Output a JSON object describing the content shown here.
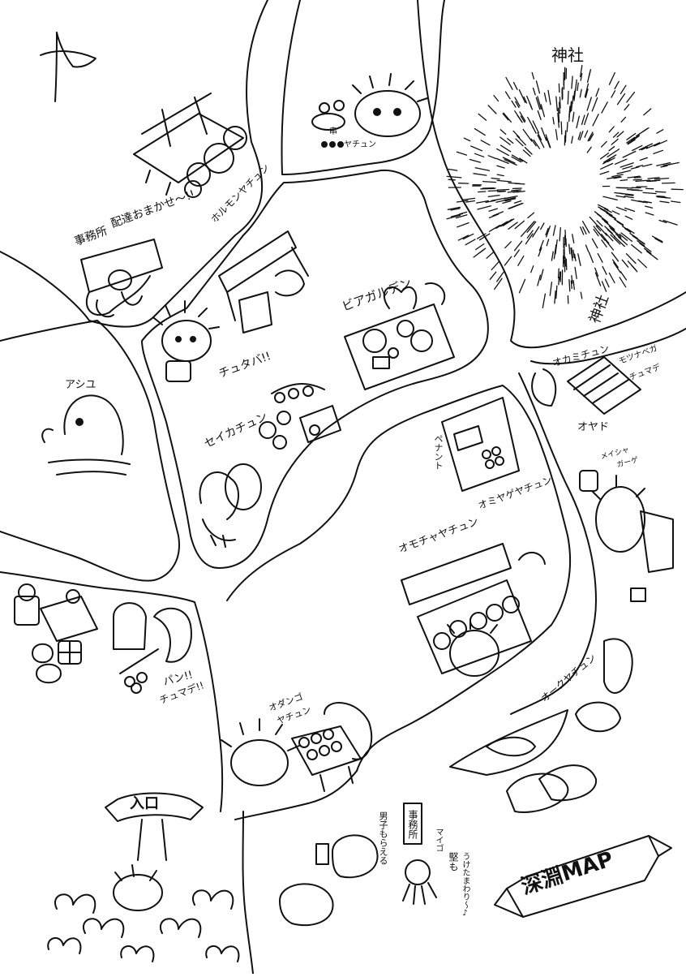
{
  "map_title": "深淵MAP",
  "entrance": "入口",
  "compass_icon": "north-arrow-icon",
  "places": {
    "shrine": "神社",
    "hormone": "ホルモンヤチュン",
    "office": "事務所",
    "delivery": "配達おまかせ〜!!",
    "beer": "ビアガルデン",
    "chuta": "チュタバ!!",
    "ashiyu": "アシユ",
    "seika": "セイカチュン",
    "kushi_a": "串",
    "kushi_b": "ヤチュン",
    "okami": "オカミチュン",
    "motsu": "モツナベガ",
    "chumade": "チュマデ",
    "oyado": "オヤド",
    "miyage": "オミヤゲヤチュン",
    "pennant": "ペナント",
    "omocha": "オモチャヤチュン",
    "pan": "パン!!",
    "chumade2": "チュマデ!!",
    "odango_a": "オダンゴ",
    "odango_b": "ヤチュン",
    "kuruma": "オークヤチュン",
    "jimusho2": "事務所",
    "danshi": "男子もらえる",
    "maigo": "マイゴ",
    "jo": "堅も",
    "tsuke": "うけたまわり〜♪",
    "menu1": "メイシャ",
    "menu2": "ガーゲ"
  }
}
